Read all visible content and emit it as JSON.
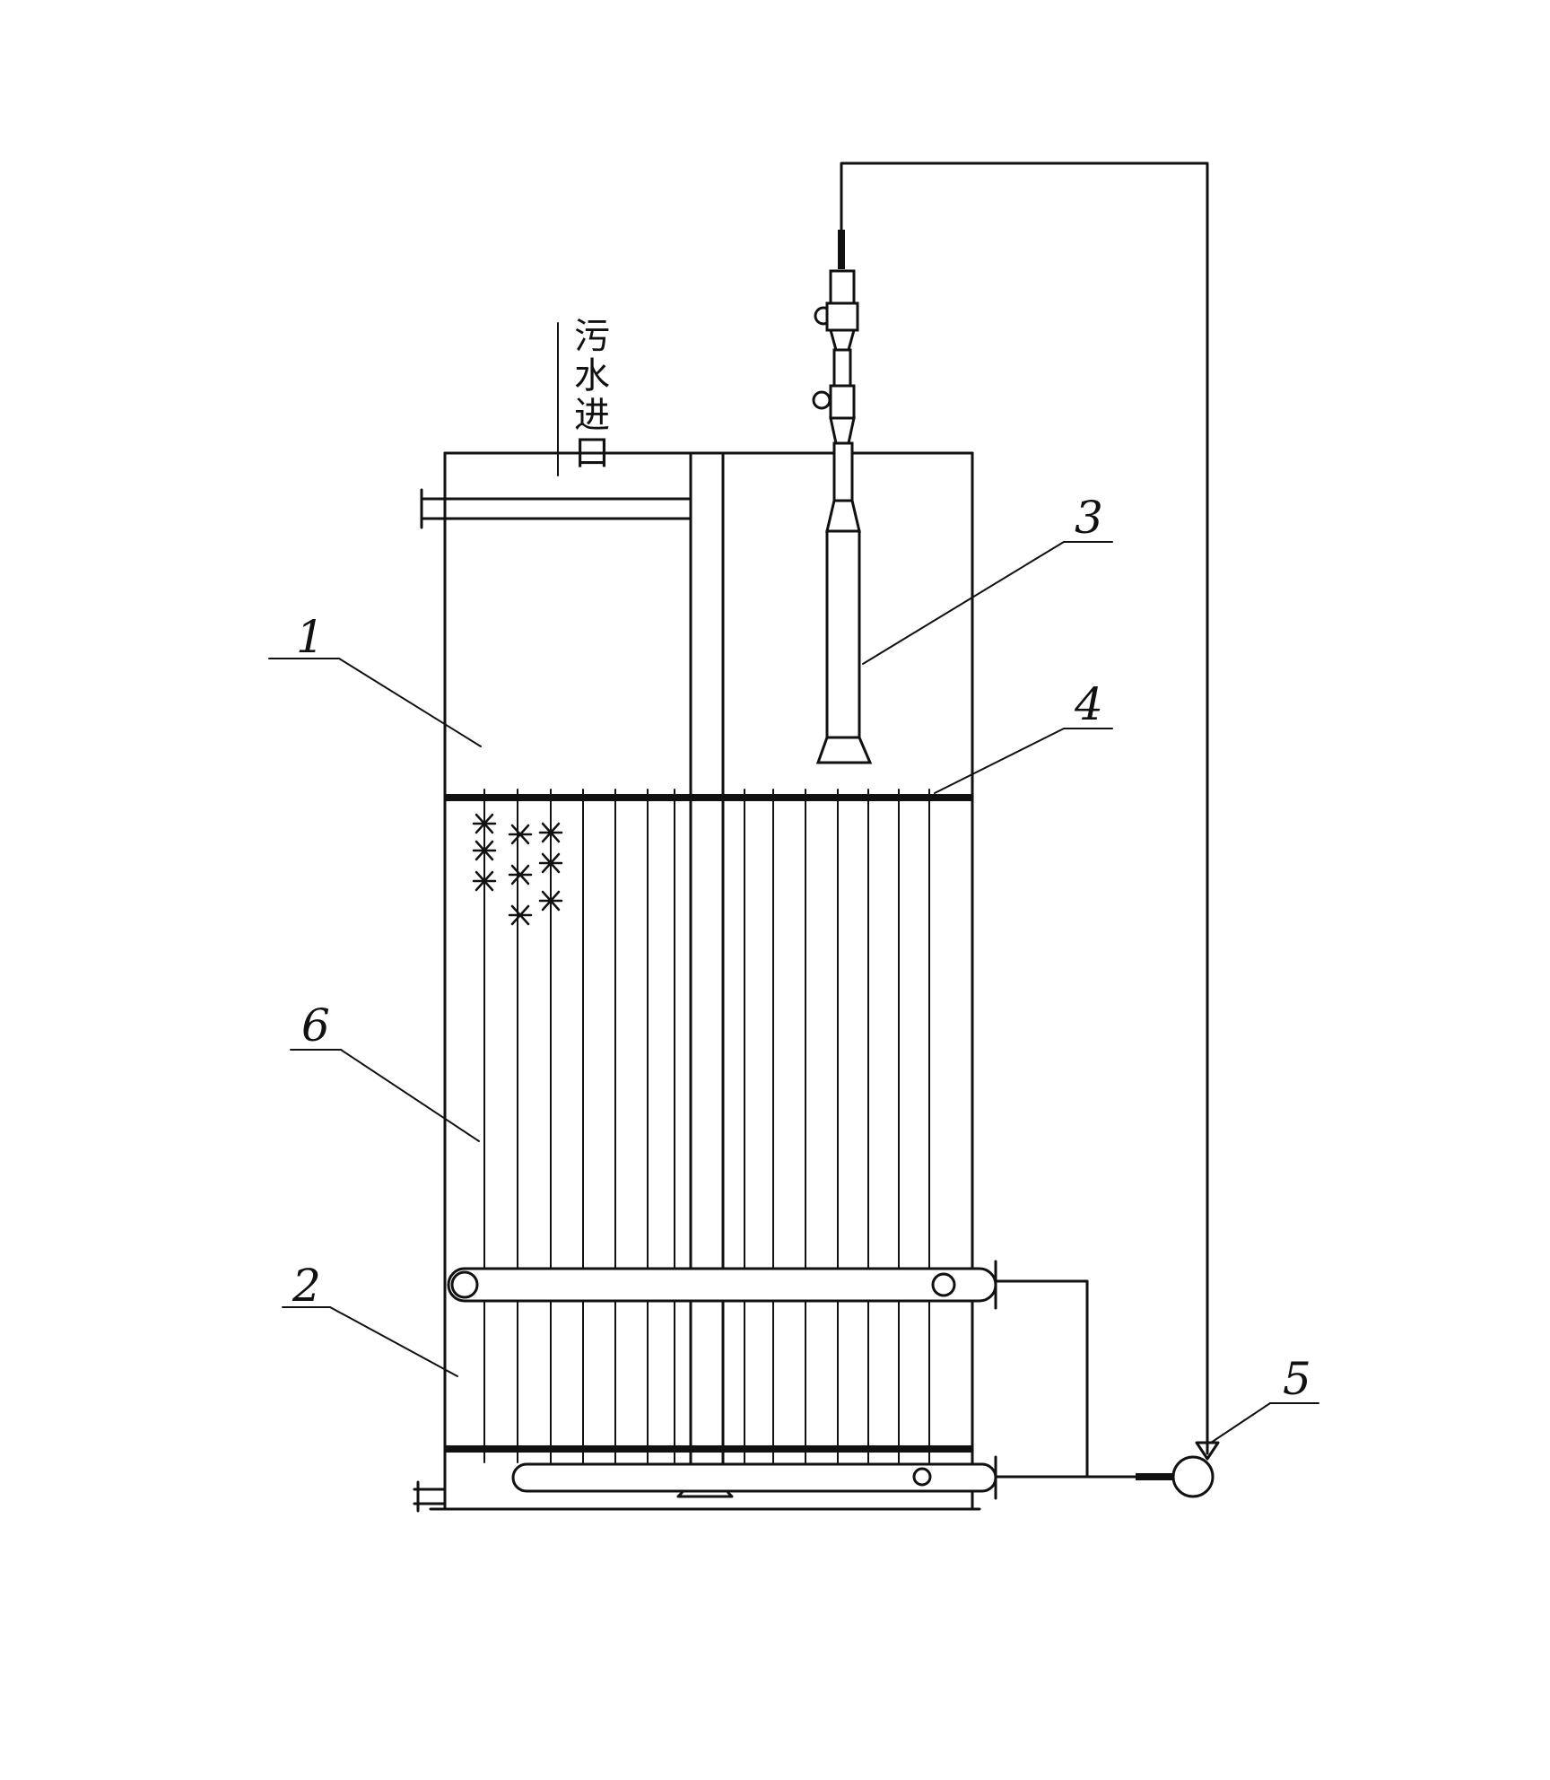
{
  "inlet_label": [
    "污",
    "水",
    "进",
    "口"
  ],
  "callouts": [
    {
      "id": "1",
      "text": "1"
    },
    {
      "id": "2",
      "text": "2"
    },
    {
      "id": "3",
      "text": "3"
    },
    {
      "id": "4",
      "text": "4"
    },
    {
      "id": "5",
      "text": "5"
    },
    {
      "id": "6",
      "text": "6"
    }
  ]
}
